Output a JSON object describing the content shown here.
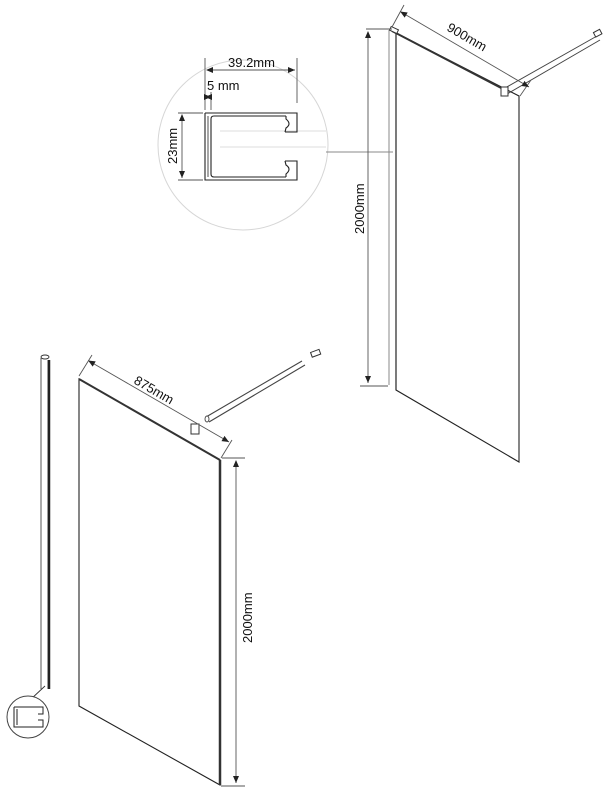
{
  "diagram": {
    "subject": "walk-in shower screen dimensions",
    "top_assembly": {
      "width_label": "900mm",
      "height_label": "2000mm"
    },
    "bottom_assembly": {
      "width_label": "875mm",
      "height_label": "2000mm"
    },
    "profile_detail": {
      "width_label": "39.2mm",
      "wall_label": "5 mm",
      "height_label": "23mm"
    },
    "colors": {
      "line": "#222222",
      "dimension": "#555555",
      "detail_circle": "#d6d6d6",
      "background": "#ffffff"
    }
  }
}
